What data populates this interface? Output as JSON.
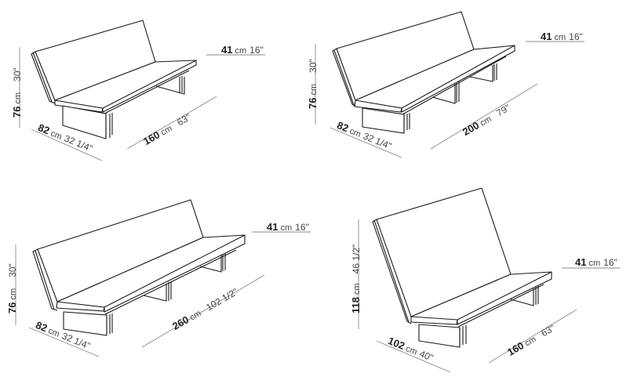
{
  "title": "Bench dimension drawings",
  "diagrams": [
    {
      "name": "bench-160",
      "height": {
        "cm": "76",
        "unit": "cm",
        "inch": "30\""
      },
      "depth": {
        "cm": "82",
        "unit": "cm",
        "inch": "32 1/4\""
      },
      "length": {
        "cm": "160",
        "unit": "cm",
        "inch": "63\""
      },
      "seat": {
        "cm": "41",
        "unit": "cm",
        "inch": "16\""
      }
    },
    {
      "name": "bench-200",
      "height": {
        "cm": "76",
        "unit": "cm",
        "inch": "30\""
      },
      "depth": {
        "cm": "82",
        "unit": "cm",
        "inch": "32 1/4\""
      },
      "length": {
        "cm": "200",
        "unit": "cm",
        "inch": "79\""
      },
      "seat": {
        "cm": "41",
        "unit": "cm",
        "inch": "16\""
      }
    },
    {
      "name": "bench-260",
      "height": {
        "cm": "76",
        "unit": "cm",
        "inch": "30\""
      },
      "depth": {
        "cm": "82",
        "unit": "cm",
        "inch": "32 1/4\""
      },
      "length": {
        "cm": "260",
        "unit": "cm",
        "inch": "102 1/2\""
      },
      "seat": {
        "cm": "41",
        "unit": "cm",
        "inch": "16\""
      }
    },
    {
      "name": "bench-high-back-160",
      "height": {
        "cm": "118",
        "unit": "cm",
        "inch": "46 1/2\""
      },
      "depth": {
        "cm": "102",
        "unit": "cm",
        "inch": "40\""
      },
      "length": {
        "cm": "160",
        "unit": "cm",
        "inch": "63\""
      },
      "seat": {
        "cm": "41",
        "unit": "cm",
        "inch": "16\""
      }
    }
  ],
  "colors": {
    "line": "#1a1a1a",
    "dim_line": "#8a8a8a",
    "background": "#ffffff"
  }
}
